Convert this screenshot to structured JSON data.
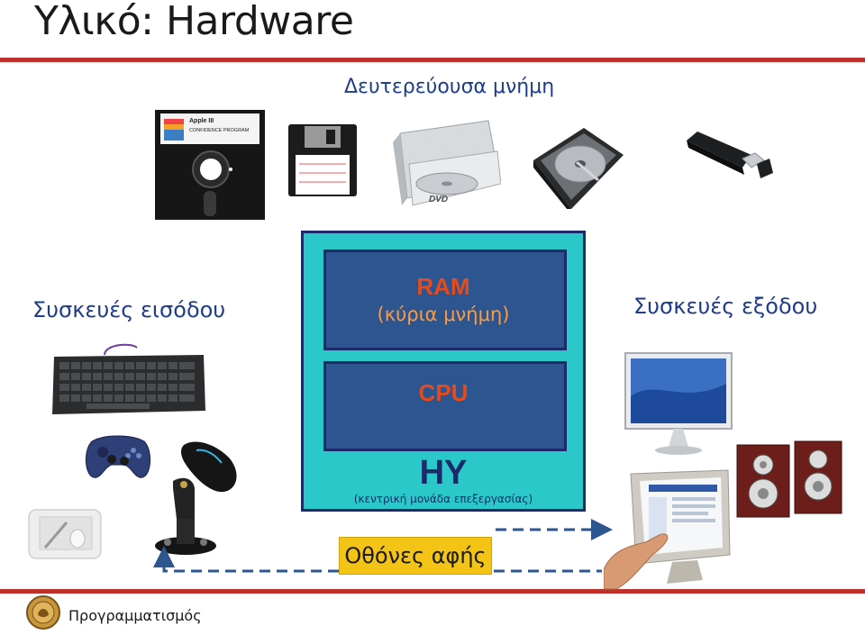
{
  "slide": {
    "title": "Υλικό: Hardware",
    "footer": "Προγραμματισμός"
  },
  "labels": {
    "secondary_memory": "Δευτερεύουσα μνήμη",
    "input_devices": "Συσκευές εισόδου",
    "output_devices": "Συσκευές εξόδου",
    "touch_screens": "Οθόνες αφής"
  },
  "cpu_unit": {
    "ram": "RAM",
    "ram_sub": "(κύρια μνήμη)",
    "cpu": "CPU",
    "hy": "ΗΥ",
    "hy_sub": "(κεντρική μονάδα επεξεργασίας)"
  },
  "device_images": {
    "floppy_5_25": "floppy-disk-525-icon",
    "floppy_3_5": "floppy-disk-35-icon",
    "dvd_drive": "dvd-drive-icon",
    "hard_disk": "hard-disk-icon",
    "usb_stick": "usb-stick-icon",
    "keyboard": "keyboard-icon",
    "gamepad": "gamepad-icon",
    "mouse": "mouse-icon",
    "graphics_tablet": "graphics-tablet-icon",
    "joystick": "joystick-icon",
    "monitor": "monitor-icon",
    "speakers": "speakers-icon",
    "touch_monitor": "touch-monitor-icon"
  },
  "device_captions": {
    "floppy_label_1": "Apple III",
    "floppy_label_2": "CONFIDENCE PROGRAM",
    "dvd_mark": "DVD"
  }
}
